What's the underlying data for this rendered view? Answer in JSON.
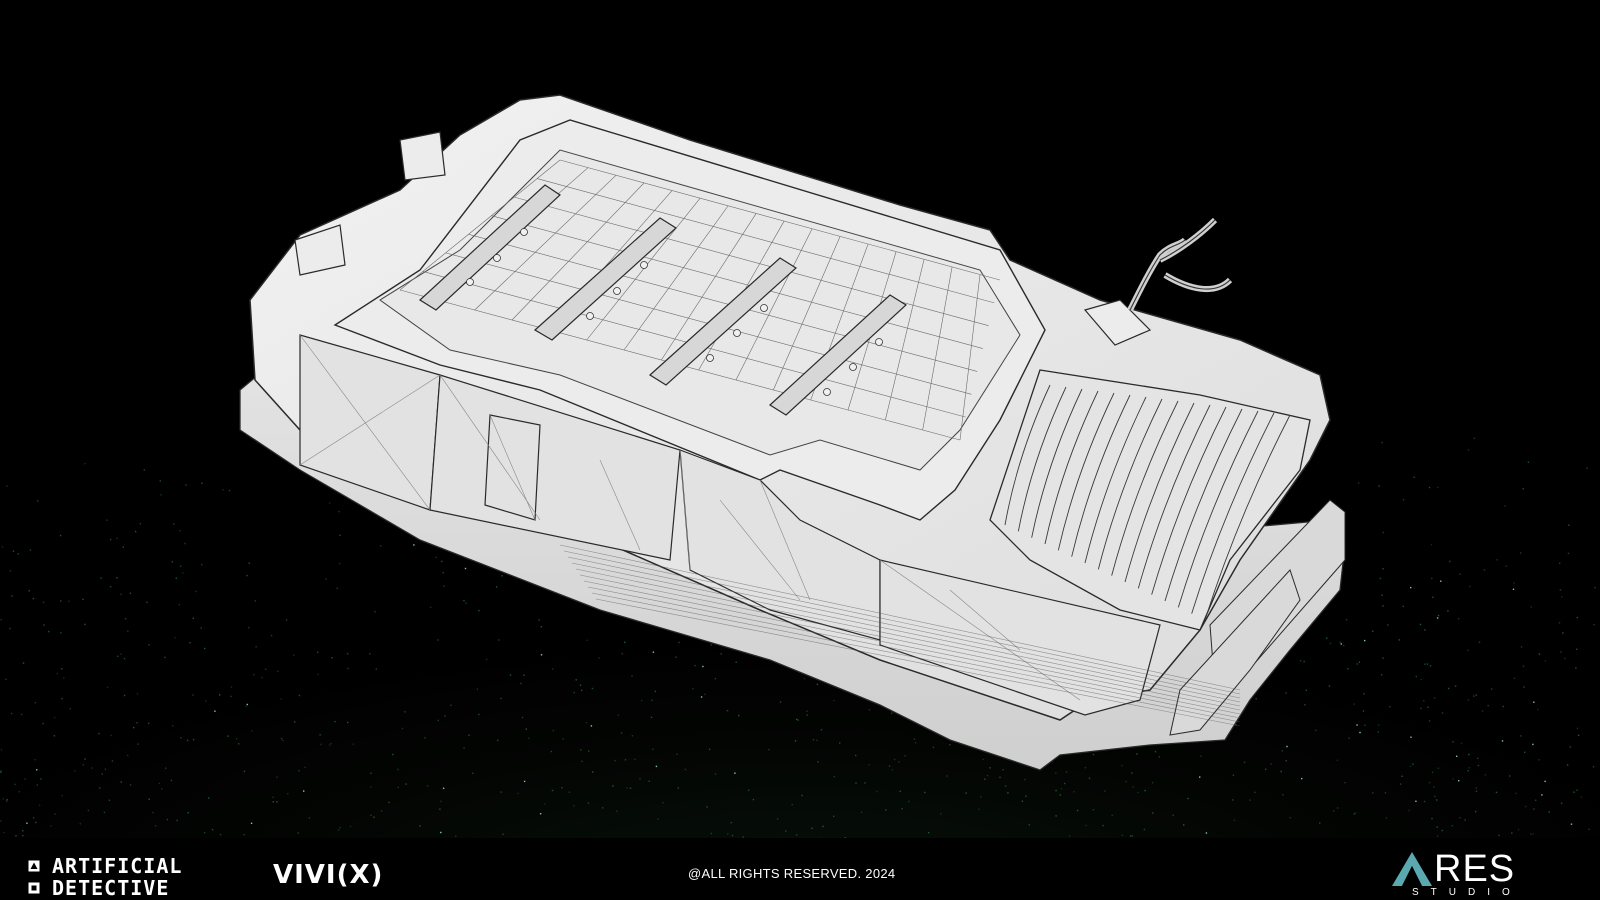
{
  "scene": {
    "subject": "wireframe battery pack 3D model render",
    "background_color": "#000000",
    "model_color": "#e6e6e6",
    "wire_color": "#3a3a3a",
    "noise_color": "#2f7a3a"
  },
  "footer": {
    "brand_left": {
      "line1": "ARTIFICIAL",
      "line2": "DETECTIVE",
      "icon1": "triangle-up-icon",
      "icon2": "play-square-icon"
    },
    "partner_logo": "VIVI(X)",
    "copyright": "@ALL RIGHTS RESERVED. 2024",
    "studio_logo": {
      "word": "RES",
      "mark": "A",
      "sub": "STUDIO",
      "accent": "#5aa8b0"
    }
  }
}
